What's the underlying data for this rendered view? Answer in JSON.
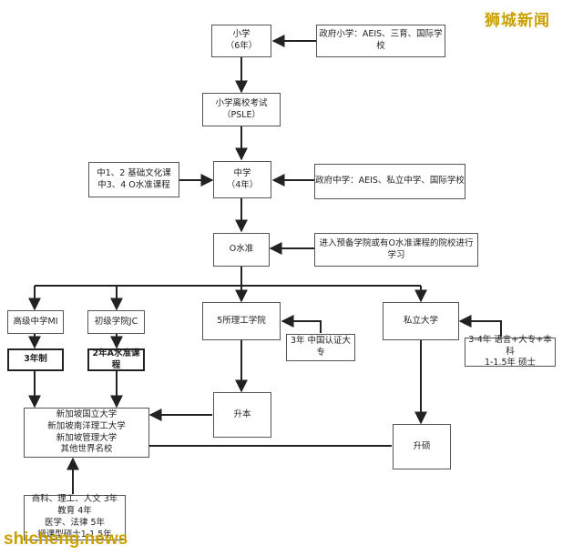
{
  "watermark": {
    "brand": "狮城新闻",
    "site": "shicheng.news"
  },
  "boxes": {
    "primary": [
      "小学",
      "（6年）"
    ],
    "primary_types": [
      "政府小学：AEIS、三育、国际学校"
    ],
    "psle": [
      "小学离校考试",
      "（PSLE）"
    ],
    "sec_courses": [
      "中1、2  基础文化课",
      "中3、4  O水准课程"
    ],
    "secondary": [
      "中学",
      "（4年）"
    ],
    "secondary_types": [
      "政府中学：AEIS、私立中学、国际学校"
    ],
    "olevel": [
      "O水准"
    ],
    "olevel_alt": [
      "进入预备学院或有O水准课程的院校进行学习"
    ],
    "hs_mi": [
      "高级中学MI"
    ],
    "jc": [
      "初级学院JC"
    ],
    "three_year": [
      "3年制"
    ],
    "a_level": [
      "2年A水准课程"
    ],
    "poly": [
      "5所理工学院"
    ],
    "diploma": [
      "3年 中国认证大专"
    ],
    "private_uni": [
      "私立大学"
    ],
    "private_courses": [
      "3-4年  语言+大专+本科",
      "1-1.5年  硕士"
    ],
    "universities": [
      "新加坡国立大学",
      "新加坡南洋理工大学",
      "新加坡管理大学",
      "其他世界名校"
    ],
    "upgrade_poly": [
      "升本"
    ],
    "upgrade_private": [
      "升硕"
    ],
    "durations": [
      "商科、理工、人文  3年",
      "教育  4年",
      "医学、法律  5年",
      "授课型硕士1-1.5年"
    ]
  }
}
